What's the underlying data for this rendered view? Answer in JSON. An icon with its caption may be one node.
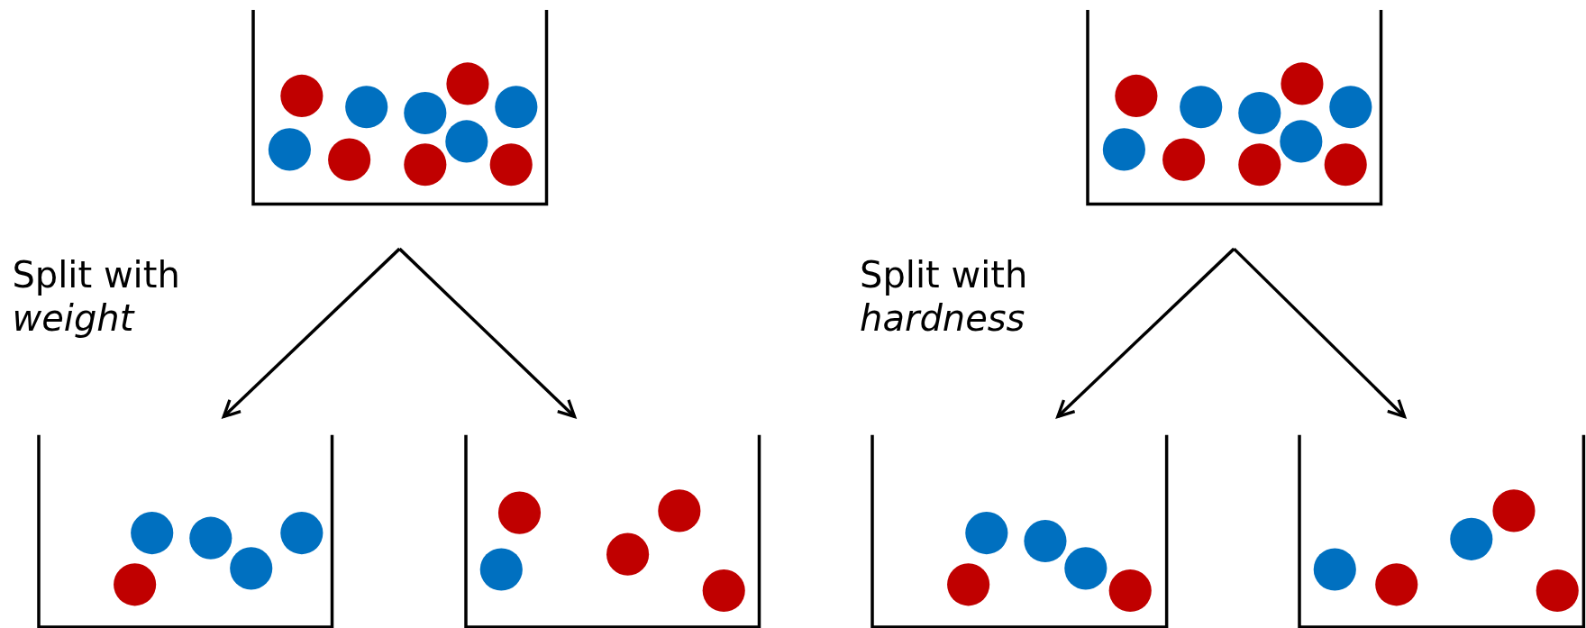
{
  "diagram": {
    "nodes": [
      {
        "text": [],
        "shape": "container"
      },
      {
        "text": [],
        "shape": "container"
      },
      {
        "text": [],
        "shape": "container"
      },
      {
        "text": [],
        "shape": "container"
      },
      {
        "text": [],
        "shape": "container"
      },
      {
        "text": [],
        "shape": "container"
      }
    ],
    "edges": [
      {
        "from": 0,
        "to": 1,
        "arrow": "to"
      },
      {
        "from": 0,
        "to": 2,
        "arrow": "to"
      },
      {
        "from": 3,
        "to": 4,
        "arrow": "to"
      },
      {
        "from": 3,
        "to": 5,
        "arrow": "to"
      }
    ],
    "labels": [
      "Split with *weight*",
      "Split with *hardness*"
    ]
  }
}
